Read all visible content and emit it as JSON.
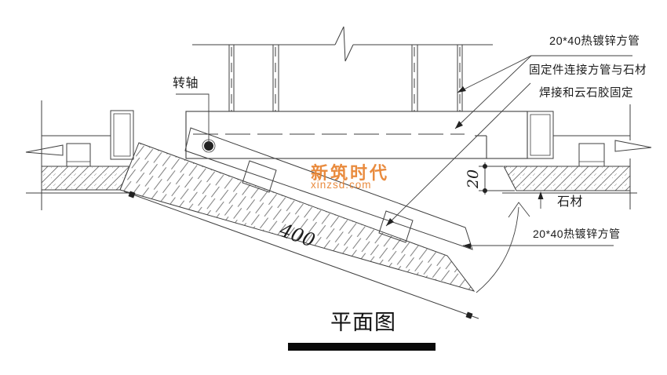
{
  "drawing": {
    "title": "平面图",
    "labels": {
      "pivot": "转轴",
      "tube_top": "20*40热镀锌方管",
      "connector_line1": "固定件连接方管与石材",
      "connector_line2": "焊接和云石胶固定",
      "stone": "石材",
      "tube_bottom": "20*40热镀锌方管"
    },
    "dimensions": {
      "panel_length": "400",
      "stone_offset": "20"
    }
  },
  "watermark": {
    "name": "新筑时代",
    "url": "xinzsd.com"
  },
  "colors": {
    "line": "#3f3f3f",
    "watermark": "#e8822e"
  }
}
